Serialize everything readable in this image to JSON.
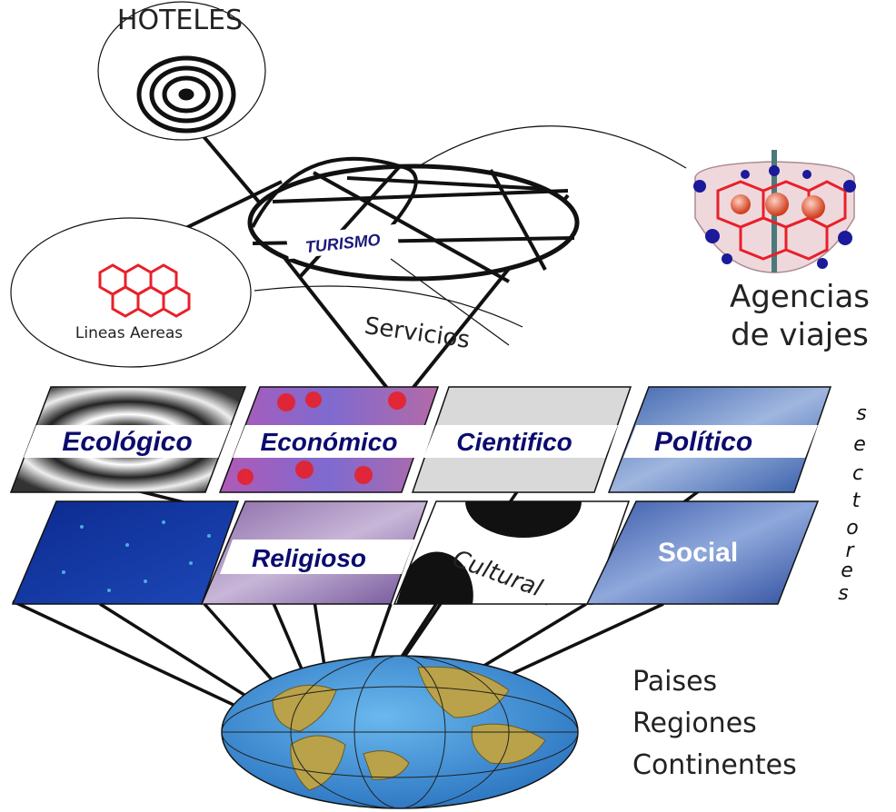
{
  "nodes": {
    "hoteles": "HOTELES",
    "turismo": "TURISMO",
    "servicios": "Servicios",
    "lineas_aereas": "Lineas Aereas",
    "agencias_line1": "Agencias",
    "agencias_line2": "de viajes"
  },
  "sectors_row1": [
    "Ecológico",
    "Económico",
    "Cientifico",
    "Político"
  ],
  "sectors_row2": [
    "",
    "Religioso",
    "Cultural",
    "Social"
  ],
  "sectores_letters": [
    "s",
    "e",
    "c",
    "t",
    "o",
    "r",
    "e",
    "s"
  ],
  "places": [
    "Paises",
    "Regiones",
    "Continentes"
  ],
  "colors": {
    "turismo_text": "#1a1a7a",
    "sector_text": "#0b0b6e",
    "molecule_red": "#e8202a",
    "molecule_blue": "#1a1a9a",
    "globe_ocean": "#3a8fd0",
    "globe_land": "#b9a24a"
  }
}
